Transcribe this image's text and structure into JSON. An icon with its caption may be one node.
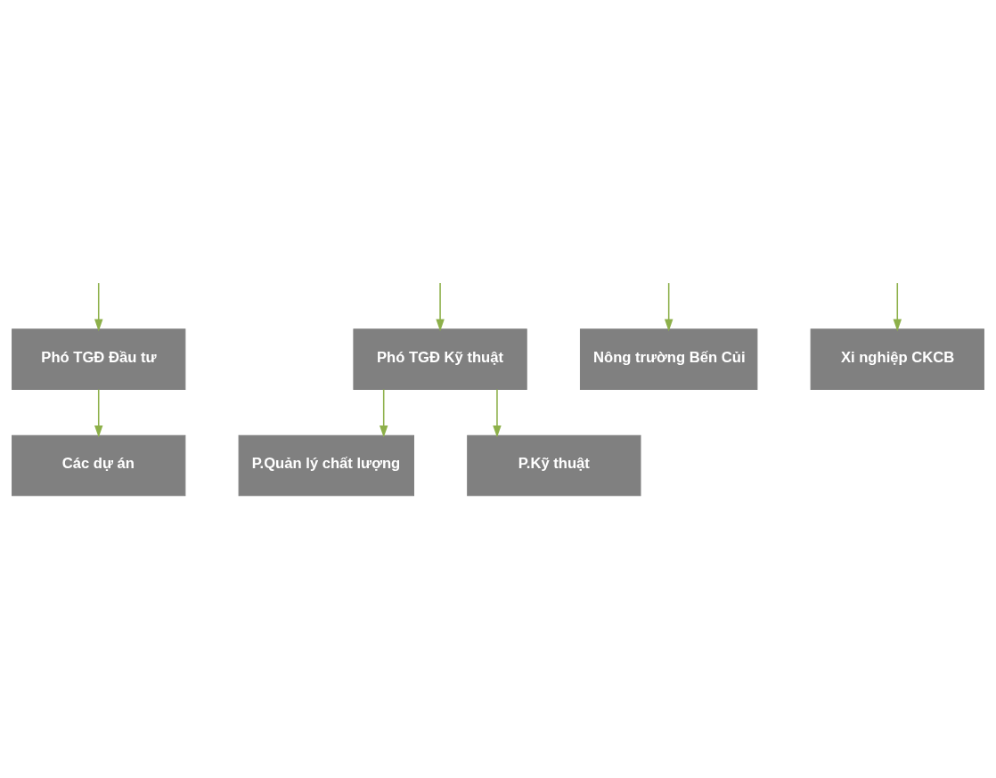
{
  "diagram": {
    "nodes": [
      {
        "text": [
          "Phó TGĐ Đầu tư"
        ]
      },
      {
        "text": [
          "Phó TGĐ Kỹ thuật"
        ]
      },
      {
        "text": [
          "Các dự án"
        ]
      },
      {
        "text": [
          "P.Quản lý chất lượng"
        ]
      },
      {
        "text": [
          "P.Kỹ thuật"
        ]
      },
      {
        "text": [
          "Nông trường Bến Củi"
        ]
      },
      {
        "text": [
          "Xi nghiệp CKCB"
        ]
      }
    ],
    "edges": [
      {
        "from": null,
        "to": 0,
        "arrow": "to"
      },
      {
        "from": null,
        "to": 1,
        "arrow": "to"
      },
      {
        "from": 0,
        "to": 2,
        "arrow": "to"
      },
      {
        "from": 1,
        "to": 3,
        "arrow": "to"
      },
      {
        "from": 1,
        "to": 4,
        "arrow": "to"
      },
      {
        "from": null,
        "to": 5,
        "arrow": "to"
      },
      {
        "from": null,
        "to": 6,
        "arrow": "to"
      }
    ]
  }
}
